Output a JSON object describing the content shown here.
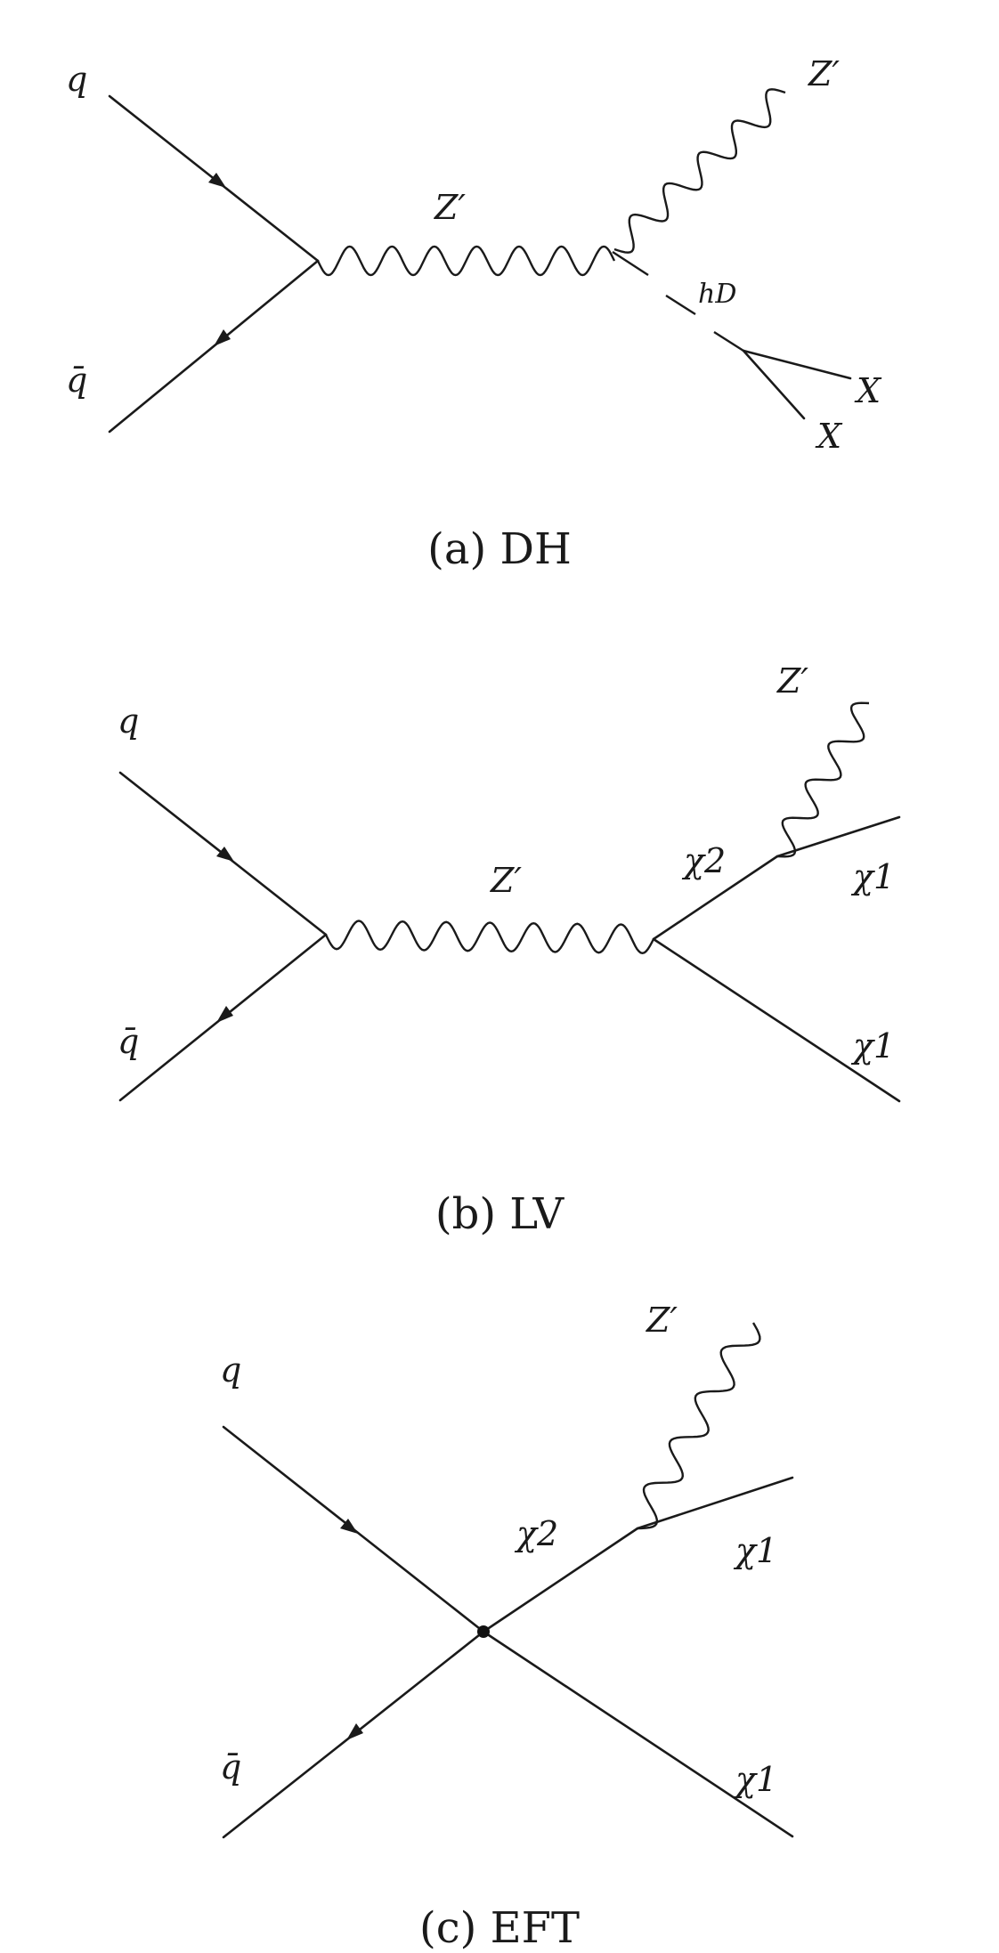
{
  "panels": [
    {
      "caption": "(a) DH",
      "labels": {
        "quark": "q",
        "antiquark": "q̄",
        "mediator": "Z′",
        "emitted": "Z′",
        "scalar": "hD",
        "product_1": "X",
        "product_2": "X"
      }
    },
    {
      "caption": "(b) LV",
      "labels": {
        "quark": "q",
        "antiquark": "q̄",
        "mediator": "Z′",
        "emitted": "Z′",
        "heavy_state": "χ2",
        "product_1": "χ1",
        "product_2": "χ1"
      }
    },
    {
      "caption": "(c) EFT",
      "labels": {
        "quark": "q",
        "antiquark": "q̄",
        "emitted": "Z′",
        "heavy_state": "χ2",
        "product_1": "χ1",
        "product_2": "χ1"
      }
    }
  ]
}
